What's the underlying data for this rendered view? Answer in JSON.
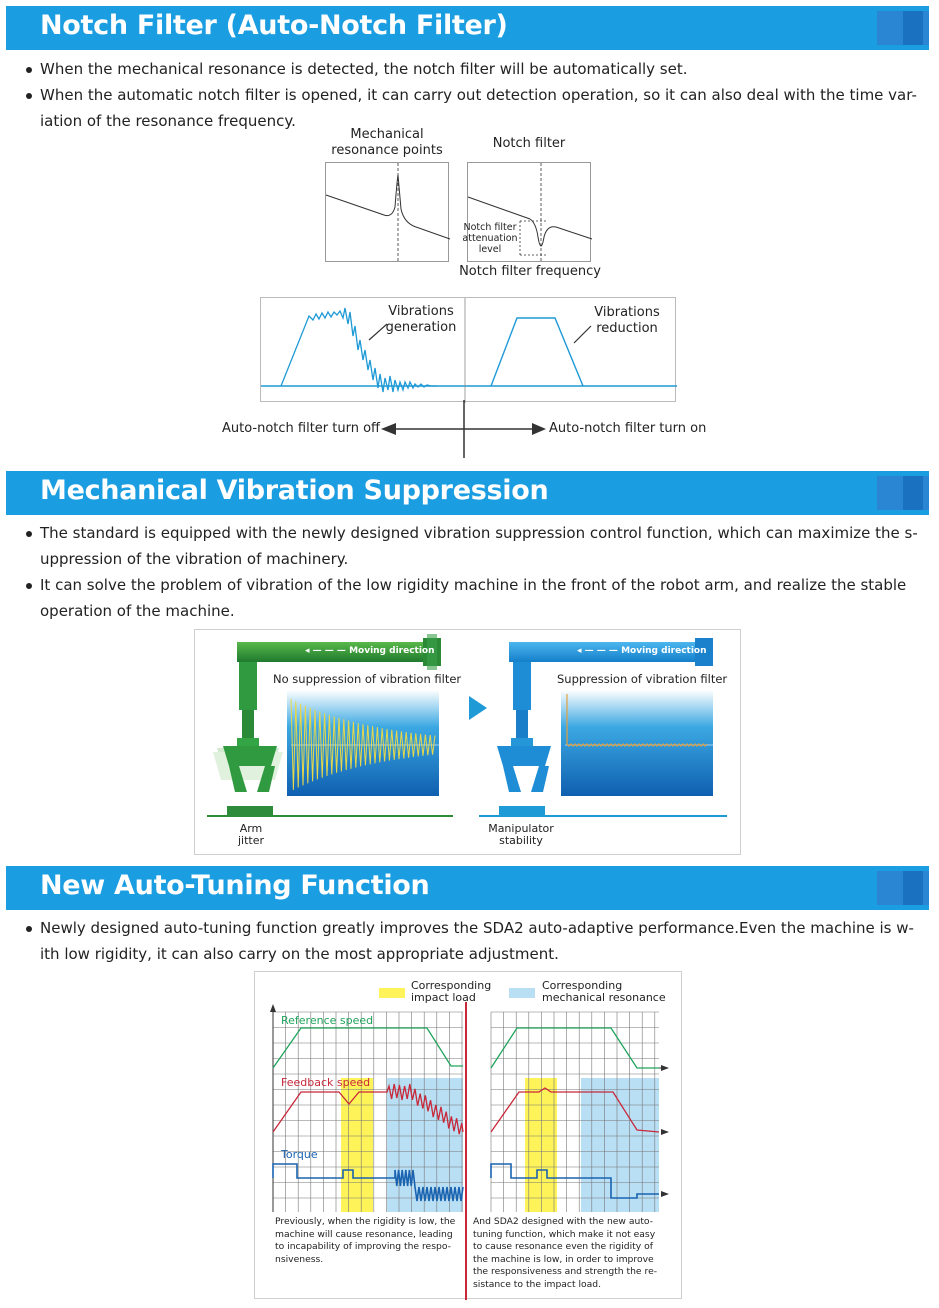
{
  "sections": {
    "notch": {
      "title": "Notch Filter (Auto-Notch Filter)",
      "bullets": [
        "When the mechanical resonance is detected, the notch filter will be automatically set.",
        "When the automatic notch filter is opened, it can carry out detection operation, so it can also deal with the time var-",
        "iation of the resonance frequency."
      ],
      "diagram": {
        "mech_label_1": "Mechanical",
        "mech_label_2": "resonance points",
        "notch_label": "Notch filter",
        "atten_1": "Notch filter",
        "atten_2": "attenuation",
        "atten_3": "level",
        "freq_label": "Notch filter frequency",
        "vib_gen_1": "Vibrations",
        "vib_gen_2": "generation",
        "vib_red_1": "Vibrations",
        "vib_red_2": "reduction",
        "turn_off": "Auto-notch filter turn off",
        "turn_on": "Auto-notch filter turn on"
      }
    },
    "vibration": {
      "title": "Mechanical Vibration Suppression",
      "bullets": [
        "The standard is equipped with the newly designed vibration suppression control function, which can maximize the s-",
        "uppression of the vibration of machinery.",
        "It can solve the problem of vibration of the low rigidity machine in the front of the robot arm, and realize the stable",
        "operation of the machine."
      ],
      "diagram": {
        "moving_left": "Moving direction",
        "moving_right": "Moving direction",
        "no_suppression": "No suppression of vibration filter",
        "suppression": "Suppression of vibration filter",
        "arm_1": "Arm",
        "arm_2": "jitter",
        "manip_1": "Manipulator",
        "manip_2": "stability"
      }
    },
    "tuning": {
      "title": "New Auto-Tuning Function",
      "bullets": [
        "Newly designed auto-tuning function greatly improves the SDA2 auto-adaptive performance.Even the machine is w-",
        "ith low rigidity, it can also carry on the most appropriate adjustment."
      ],
      "diagram": {
        "legend_impact_1": "Corresponding",
        "legend_impact_2": "impact load",
        "legend_mech_1": "Corresponding",
        "legend_mech_2": "mechanical resonance",
        "reference_speed": "Reference speed",
        "feedback_speed": "Feedback speed",
        "torque": "Torque",
        "left_caption": [
          "Previously, when the rigidity is low, the",
          "machine will cause resonance, leading",
          "to incapability of improving the respo-",
          "nsiveness."
        ],
        "right_caption": [
          "And SDA2 designed with the new auto-",
          "tuning function, which make it not easy",
          "to cause resonance even the rigidity of",
          "the machine is low, in order to improve",
          "the responsiveness and strength the re-",
          "sistance to the impact load."
        ]
      }
    }
  },
  "colors": {
    "banner": "#1b9de1",
    "accent_blue": "#2596d8",
    "green": "#2e8b3a",
    "reference_green": "#1fa35b",
    "feedback_red": "#c8283a",
    "torque_blue": "#1a63b0",
    "highlight_yellow": "#fff35a",
    "highlight_blue": "#b9dff4"
  }
}
